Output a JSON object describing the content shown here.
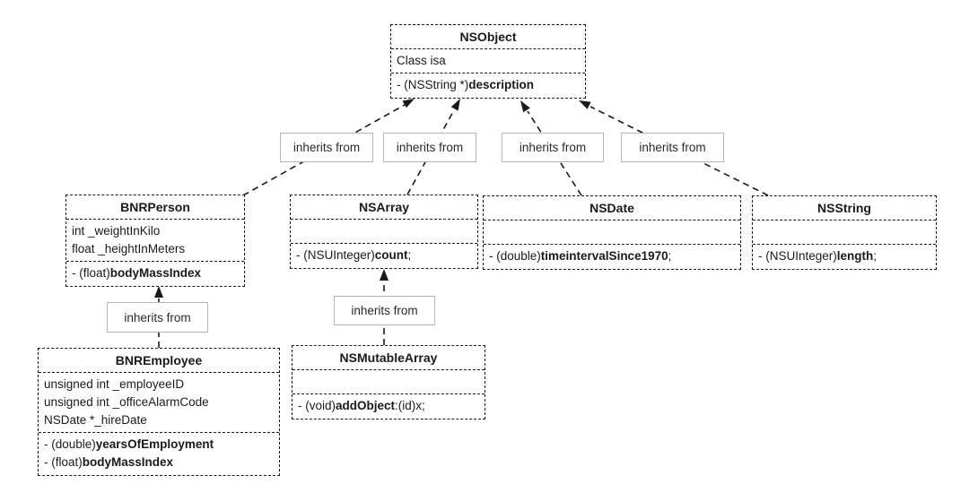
{
  "diagram": {
    "colors": {
      "box_border": "#1a1a1a",
      "label_border": "#b5b5b5",
      "arrow": "#1a1a1a",
      "text": "#1a1a1a",
      "background": "#ffffff"
    },
    "classes": {
      "nsobject": {
        "title": "NSObject",
        "attributes": [
          "Class isa"
        ],
        "methods": [
          {
            "prefix": "- (NSString *)",
            "name": "description",
            "suffix": ""
          }
        ]
      },
      "bnrperson": {
        "title": "BNRPerson",
        "attributes": [
          "int _weightInKilo",
          "float _heightInMeters"
        ],
        "methods": [
          {
            "prefix": "- (float)",
            "name": "bodyMassIndex",
            "suffix": ""
          }
        ]
      },
      "nsarray": {
        "title": "NSArray",
        "attributes": [],
        "methods": [
          {
            "prefix": "- (NSUInteger)",
            "name": "count",
            "suffix": ";"
          }
        ]
      },
      "nsdate": {
        "title": "NSDate",
        "attributes": [],
        "methods": [
          {
            "prefix": "- (double)",
            "name": "timeintervalSince1970",
            "suffix": ";"
          }
        ]
      },
      "nsstring": {
        "title": "NSString",
        "attributes": [],
        "methods": [
          {
            "prefix": "- (NSUInteger)",
            "name": "length",
            "suffix": ";"
          }
        ]
      },
      "bnremployee": {
        "title": "BNREmployee",
        "attributes": [
          "unsigned int _employeeID",
          "unsigned int _officeAlarmCode",
          "NSDate *_hireDate"
        ],
        "methods": [
          {
            "prefix": "- (double)",
            "name": "yearsOfEmployment",
            "suffix": ""
          },
          {
            "prefix": "- (float)",
            "name": "bodyMassIndex",
            "suffix": ""
          }
        ]
      },
      "nsmutablearray": {
        "title": "NSMutableArray",
        "attributes": [],
        "methods": [
          {
            "prefix": "- (void)",
            "name": "addObject",
            "suffix": ":(id)x;"
          }
        ]
      }
    },
    "edges": [
      {
        "from": "BNRPerson",
        "to": "NSObject",
        "label": "inherits from"
      },
      {
        "from": "NSArray",
        "to": "NSObject",
        "label": "inherits from"
      },
      {
        "from": "NSDate",
        "to": "NSObject",
        "label": "inherits from"
      },
      {
        "from": "NSString",
        "to": "NSObject",
        "label": "inherits from"
      },
      {
        "from": "BNREmployee",
        "to": "BNRPerson",
        "label": "inherits from"
      },
      {
        "from": "NSMutableArray",
        "to": "NSArray",
        "label": "inherits from"
      }
    ]
  }
}
